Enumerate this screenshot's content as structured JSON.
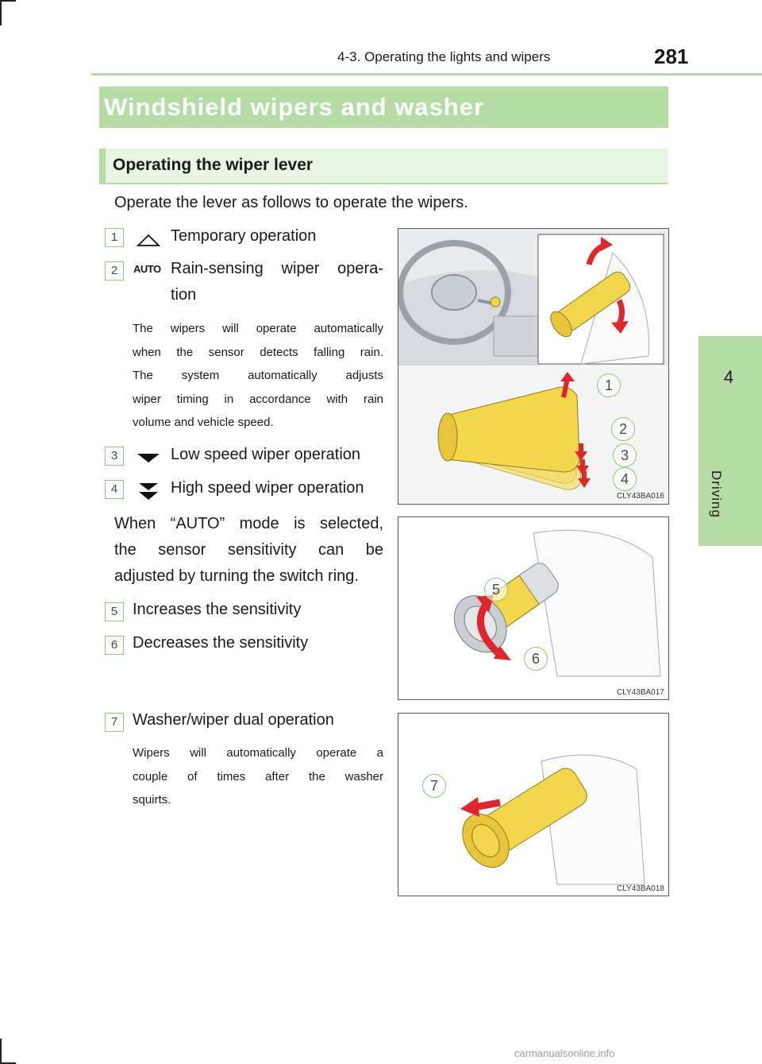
{
  "header": {
    "page_number": "281",
    "chapter": "4-3. Operating the lights and wipers",
    "side_tab_number": "4",
    "side_tab_label": "Driving"
  },
  "section_title": "Windshield wipers and washer",
  "subsection_title": "Operating the wiper lever",
  "intro": "Operate the lever as follows to operate the wipers.",
  "items": [
    {
      "num": "1",
      "icon": "mist-icon",
      "text": "Temporary operation"
    },
    {
      "num": "2",
      "icon": "auto-icon",
      "icon_text": "AUTO",
      "text_line1": "Rain-sensing wiper opera-",
      "text_line2": "tion"
    },
    {
      "num": "3",
      "icon": "low-speed-icon",
      "text": "Low speed wiper operation"
    },
    {
      "num": "4",
      "icon": "high-speed-icon",
      "text": "High speed wiper operation"
    },
    {
      "num": "5",
      "text": "Increases the sensitivity"
    },
    {
      "num": "6",
      "text": "Decreases the sensitivity"
    },
    {
      "num": "7",
      "text": "Washer/wiper dual operation"
    }
  ],
  "rain_note": [
    "The wipers will operate automatically",
    "when the sensor detects falling rain.",
    "The system automatically adjusts",
    "wiper timing in accordance with rain",
    "volume and vehicle speed."
  ],
  "auto_mode_text": [
    "When “AUTO” mode is selected,",
    "the sensor sensitivity can be",
    "adjusted by turning the switch ring."
  ],
  "washer_note": [
    "Wipers will automatically operate a",
    "couple of times after the washer",
    "squirts."
  ],
  "figures": [
    {
      "code": "CLY43BA016",
      "callouts": [
        "1",
        "2",
        "3",
        "4"
      ]
    },
    {
      "code": "CLY43BA017",
      "callouts": [
        "5",
        "6"
      ]
    },
    {
      "code": "CLY43BA018",
      "callouts": [
        "7"
      ]
    }
  ],
  "watermark": "carmanualsonline.info",
  "colors": {
    "accent": "#b5dca4",
    "accent_light": "#e9f5e3",
    "lever_yellow": "#f2d64b",
    "arrow_red": "#e0262b"
  }
}
